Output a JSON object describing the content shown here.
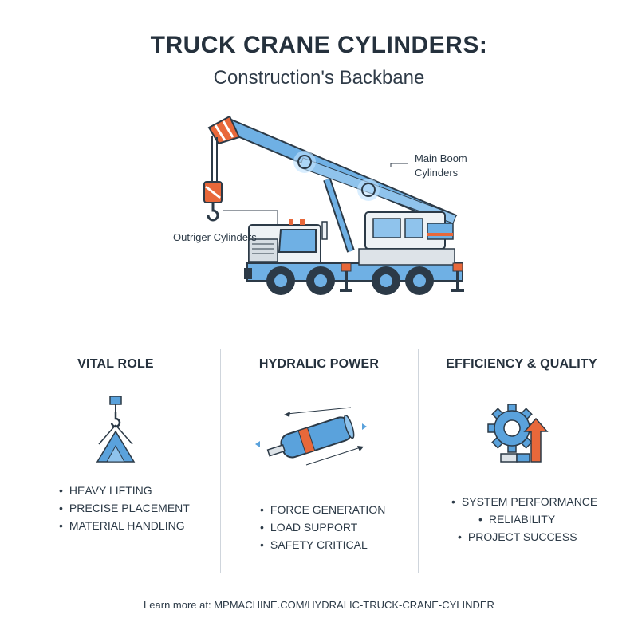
{
  "header": {
    "title": "TRUCK CRANE CYLINDERS:",
    "subtitle": "Construction's Backbane"
  },
  "hero": {
    "callout_boom": "Main Boom Cylinders",
    "callout_outrigger": "Outriger Cylinders"
  },
  "columns": [
    {
      "title": "VITAL ROLE",
      "icon": "hook-load-icon",
      "bullets": [
        "HEAVY LIFTING",
        "PRECISE PLACEMENT",
        "MATERIAL HANDLING"
      ]
    },
    {
      "title": "HYDRALIC POWER",
      "icon": "hydraulic-cylinder-icon",
      "bullets": [
        "FORCE GENERATION",
        "LOAD SUPPORT",
        "SAFETY CRITICAL"
      ]
    },
    {
      "title": "EFFICIENCY & QUALITY",
      "icon": "gear-arrow-icon",
      "bullets": [
        "SYSTEM PERFORMANCE",
        "RELIABILITY",
        "PROJECT SUCCESS"
      ]
    }
  ],
  "footer": {
    "text": "Learn more at: MPMACHINE.COM/HYDRALIC-TRUCK-CRANE-CYLINDER"
  },
  "colors": {
    "accent_blue": "#5aa2dc",
    "accent_orange": "#e8683a",
    "dark_text": "#25313d"
  }
}
